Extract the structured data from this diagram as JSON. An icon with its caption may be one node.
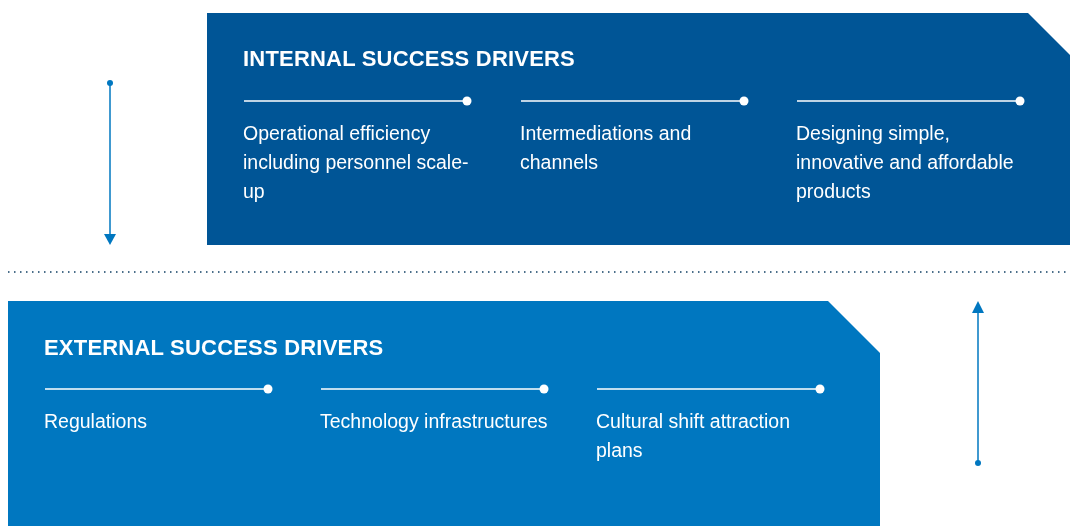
{
  "diagram": {
    "nodes": [
      {
        "text": [
          "INTERNAL SUCCESS DRIVERS",
          "Operational efficiency including personnel scale-up",
          "Intermediations and channels",
          "Designing simple, innovative and affordable products"
        ]
      },
      {
        "text": [
          "EXTERNAL SUCCESS DRIVERS",
          "Regulations",
          "Technology infrastructures",
          "Cultural shift attraction plans"
        ]
      }
    ]
  }
}
